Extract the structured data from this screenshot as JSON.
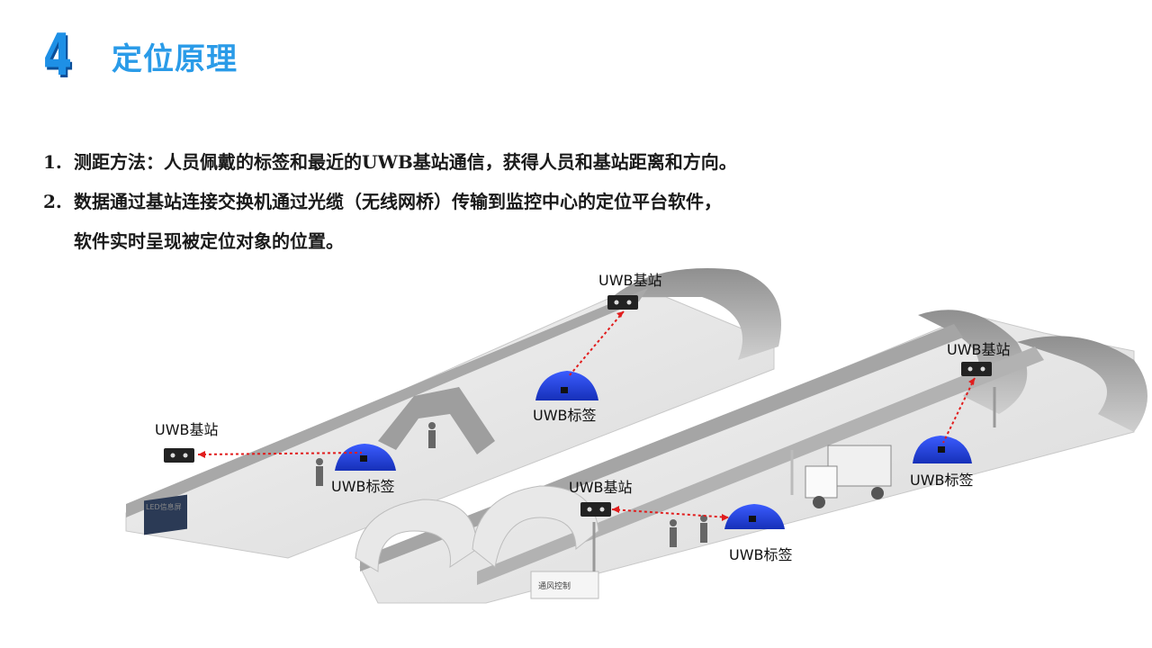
{
  "header": {
    "number": "4",
    "title": "定位原理"
  },
  "body": {
    "items": [
      {
        "num": "1.",
        "text": "测距方法：人员佩戴的标签和最近的UWB基站通信，获得人员和基站距离和方向。"
      },
      {
        "num": "2.",
        "text": "数据通过基站连接交换机通过光缆（无线网桥）传输到监控中心的定位平台软件，",
        "continuation": "软件实时呈现被定位对象的位置。"
      }
    ]
  },
  "diagram": {
    "labels": {
      "station_top": "UWB基站",
      "station_left": "UWB基站",
      "station_right": "UWB基站",
      "station_mid": "UWB基站",
      "tag_top": "UWB标签",
      "tag_left": "UWB标签",
      "tag_right": "UWB标签",
      "tag_mid": "UWB标签",
      "led_screen": "LED信息屏",
      "sign_panel": "通风控制"
    },
    "colors": {
      "accent": "#2a9be8",
      "signal": "#e11d1d",
      "helmet": "#1d3fd6",
      "tunnel": "#bdbdbd"
    }
  }
}
